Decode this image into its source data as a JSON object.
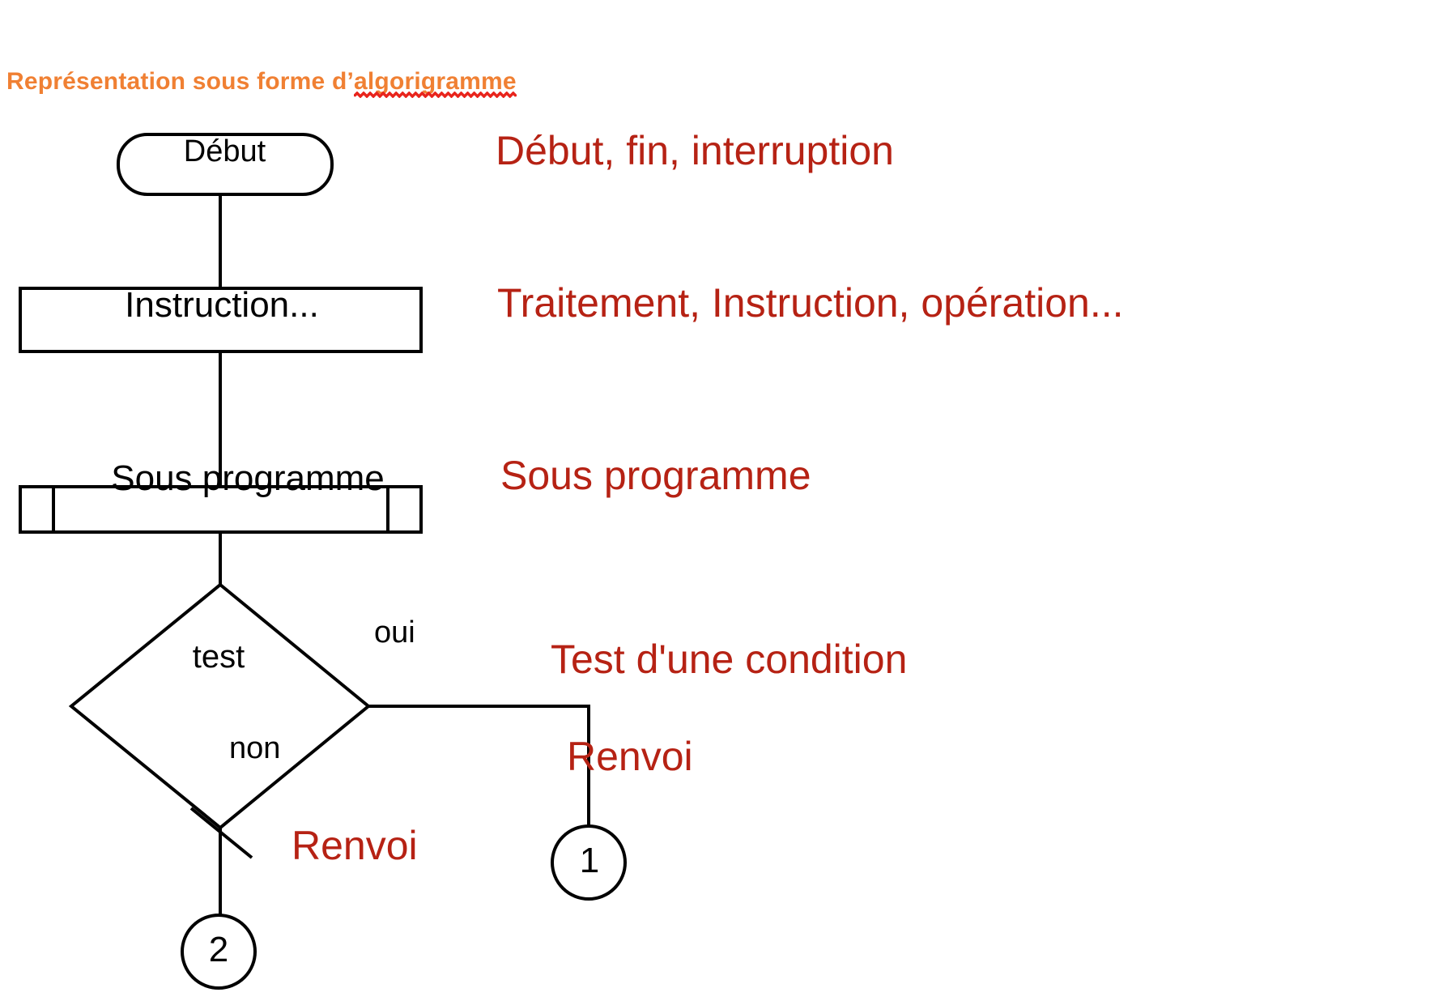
{
  "page": {
    "title_prefix": "Représentation sous forme d’",
    "title_misspelled_word": "algorigramme",
    "title_color": "#f08033",
    "legend_color": "#b62214",
    "stroke_color": "#000000",
    "background": "#ffffff",
    "spellcheck_underline_color": "#e8241c"
  },
  "flowchart": {
    "nodes": [
      {
        "id": "debut",
        "shape": "terminator",
        "label": "Début"
      },
      {
        "id": "instruction",
        "shape": "process",
        "label": "Instruction..."
      },
      {
        "id": "sous_prog",
        "shape": "predefined-process",
        "label": "Sous programme"
      },
      {
        "id": "test",
        "shape": "decision",
        "label": "test"
      },
      {
        "id": "connector_1",
        "shape": "connector",
        "label": "1"
      },
      {
        "id": "connector_2",
        "shape": "connector",
        "label": "2"
      }
    ],
    "branch_labels": {
      "yes": "oui",
      "no": "non"
    }
  },
  "legend": [
    {
      "for": "debut",
      "text": "Début, fin, interruption"
    },
    {
      "for": "instruction",
      "text": "Traitement, Instruction, opération..."
    },
    {
      "for": "sous_prog",
      "text": "Sous programme"
    },
    {
      "for": "test",
      "text": "Test d'une condition"
    },
    {
      "for": "connector_1",
      "text": "Renvoi"
    },
    {
      "for": "connector_2",
      "text": "Renvoi"
    }
  ]
}
